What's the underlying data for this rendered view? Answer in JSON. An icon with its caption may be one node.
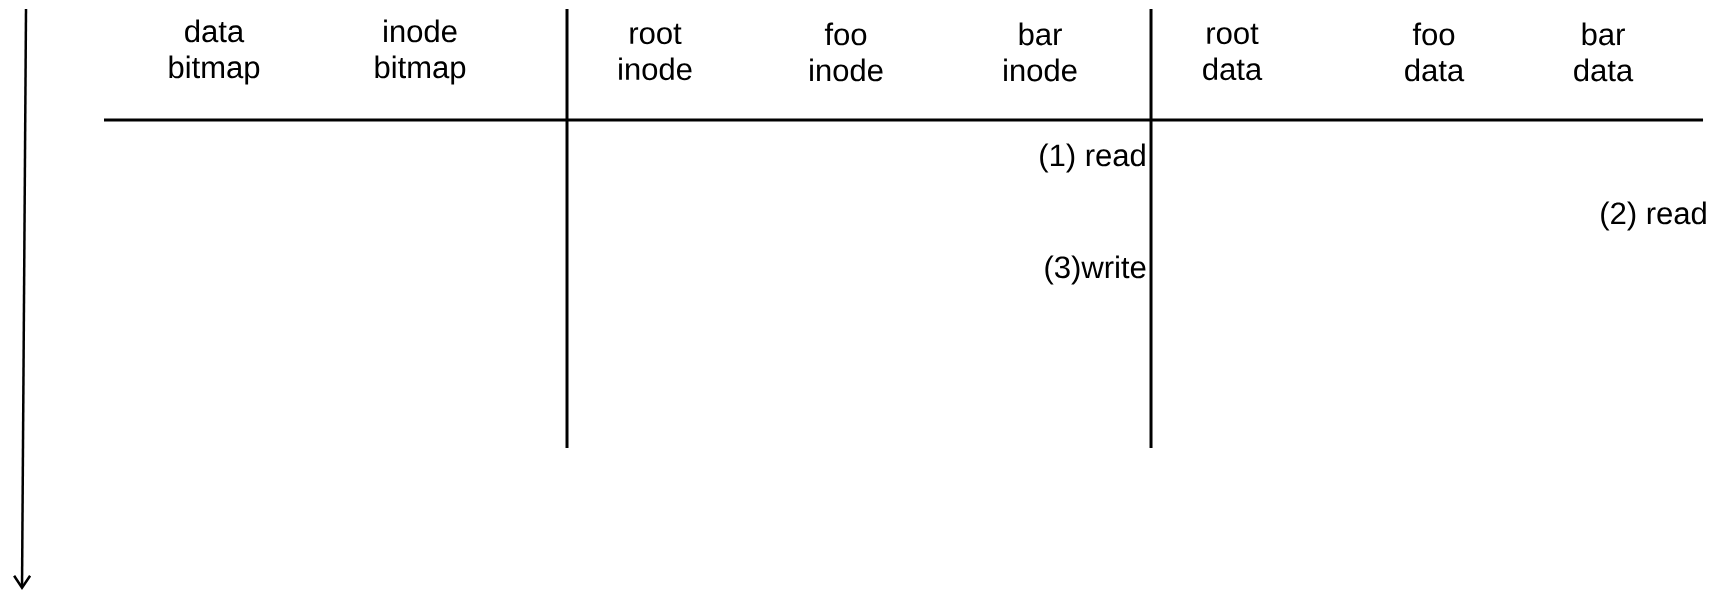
{
  "diagram": {
    "labels": [
      "data bitmap",
      "inode bitmap",
      "root inode",
      "foo inode",
      "bar inode",
      "root data",
      "foo data",
      "bar data",
      "(1) read",
      "(2) read",
      "(3)write"
    ]
  }
}
